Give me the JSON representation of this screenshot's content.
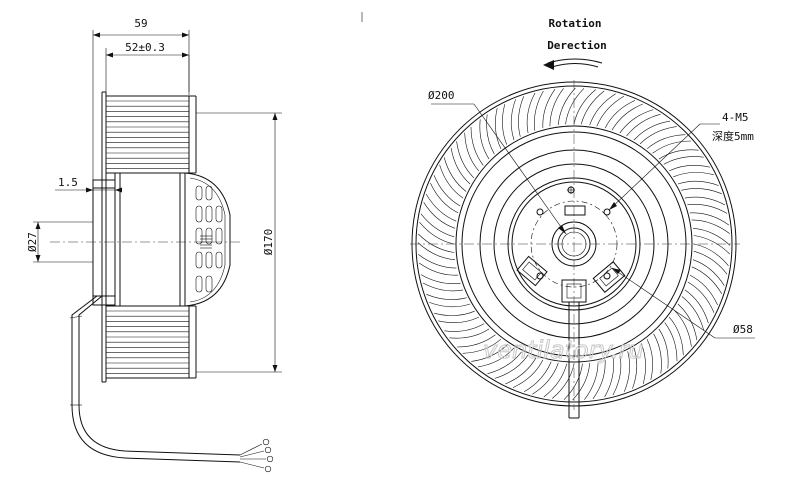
{
  "side_view": {
    "dim_total_width": "59",
    "dim_inner_width": "52±0.3",
    "dim_offset": "1.5",
    "dim_shaft_dia": "Ø27",
    "dim_wheel_dia": "Ø170"
  },
  "front_view": {
    "rotation_line1": "Rotation",
    "rotation_line2": "Derection",
    "dim_outer_dia": "Ø200",
    "mount_holes": "4-M5",
    "mount_depth": "深度5mm",
    "dim_hub_dia": "Ø58"
  },
  "watermark": "ventilatory.ru"
}
